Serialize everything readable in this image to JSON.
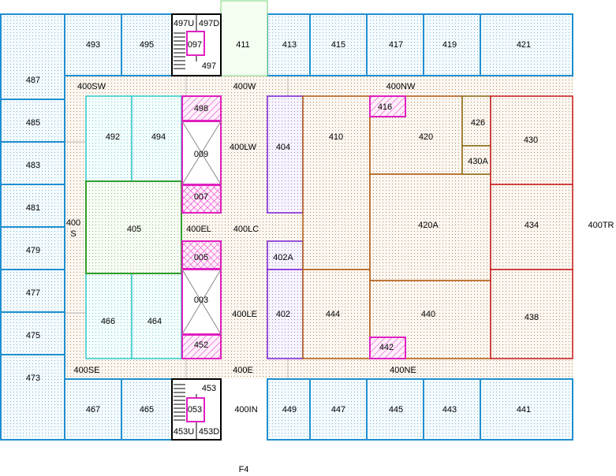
{
  "floor_label": "F4",
  "rooms": {
    "r487": "487",
    "r485": "485",
    "r483": "483",
    "r481": "481",
    "r479": "479",
    "r477": "477",
    "r475": "475",
    "r473": "473",
    "r493": "493",
    "r495": "495",
    "r497U": "497U",
    "r497D": "497D",
    "r097": "097",
    "r497": "497",
    "r411": "411",
    "r413": "413",
    "r415": "415",
    "r417": "417",
    "r419": "419",
    "r421": "421",
    "r492": "492",
    "r494": "494",
    "r498": "498",
    "r009": "009",
    "r007": "007",
    "r400LW": "400LW",
    "r404": "404",
    "r410": "410",
    "r416": "416",
    "r420": "420",
    "r426": "426",
    "r430A": "430A",
    "r430": "430",
    "r405": "405",
    "r400EL": "400EL",
    "r400LC": "400LC",
    "r420A": "420A",
    "r434": "434",
    "r005": "005",
    "r402A": "402A",
    "r003": "003",
    "r400LE": "400LE",
    "r402": "402",
    "r444": "444",
    "r440": "440",
    "r438": "438",
    "r466": "466",
    "r464": "464",
    "r452": "452",
    "r442": "442",
    "r467": "467",
    "r465": "465",
    "r453": "453",
    "r053": "053",
    "r453U": "453U",
    "r453D": "453D",
    "r400IN": "400IN",
    "r449": "449",
    "r447": "447",
    "r445": "445",
    "r443": "443",
    "r441": "441"
  },
  "corridors": {
    "c400SW": "400SW",
    "c400W": "400W",
    "c400NW": "400NW",
    "c400S_a": "400",
    "c400S_b": "S",
    "c400SE": "400SE",
    "c400E": "400E",
    "c400NE": "400NE",
    "c400TR": "400TR"
  },
  "colors": {
    "blue": "#1f8fd0",
    "cyan": "#33cccc",
    "green": "#2e9e2e",
    "light_green": "#7fd37f",
    "magenta": "#e020c0",
    "purple": "#7a1fd6",
    "brown": "#b05a10",
    "olive": "#8a6a10",
    "red": "#c81818",
    "black": "#000000"
  }
}
